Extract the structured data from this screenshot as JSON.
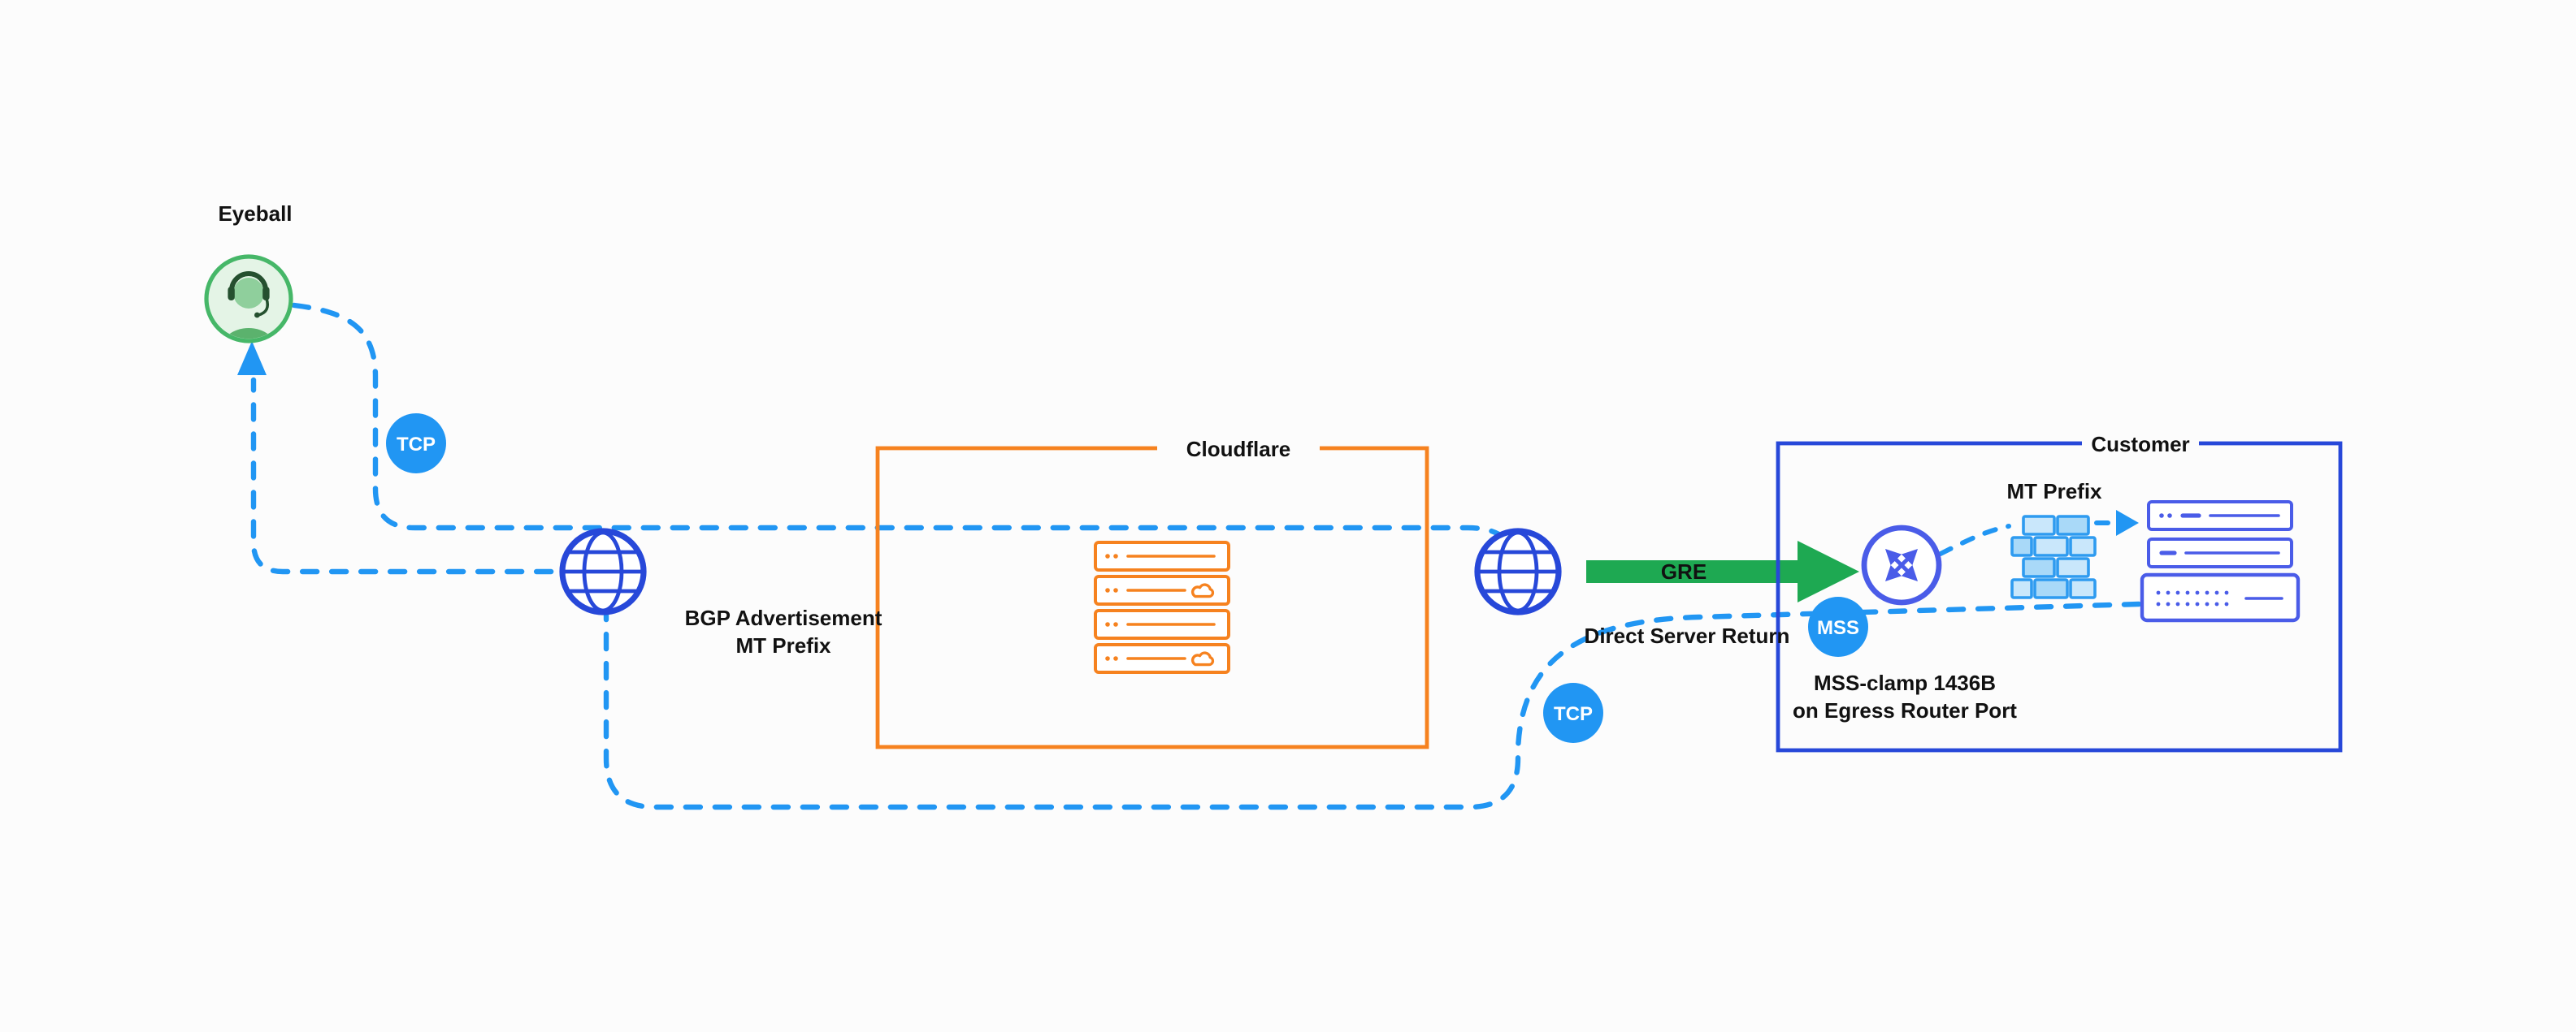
{
  "labels": {
    "eyeball": "Eyeball",
    "bgp_advertisement": "BGP Advertisement",
    "bgp_mt_prefix": "MT Prefix",
    "gre": "GRE",
    "direct_server_return": "Direct Server Return",
    "customer_mt_prefix": "MT Prefix",
    "mss_clamp_1": "MSS-clamp 1436B",
    "mss_clamp_2": "on Egress Router Port"
  },
  "boxes": {
    "cloudflare": "Cloudflare",
    "customer": "Customer"
  },
  "badges": {
    "tcp_forward": "TCP",
    "tcp_return": "TCP",
    "mss": "MSS"
  },
  "icons": {
    "eyeball": "person-with-headset-icon",
    "internet_left": "globe-icon",
    "internet_right": "globe-icon",
    "cloudflare_servers": "server-rack-icon",
    "router": "router-crossed-arrows-icon",
    "firewall": "brick-wall-firewall-icon",
    "customer_servers": "server-rack-icon",
    "gre_arrow": "green-arrow-right-icon",
    "return_arrow": "blue-arrow-up-icon",
    "ingress_arrow": "blue-arrow-right-icon"
  },
  "colors": {
    "bg": "#FCFCFC",
    "text": "#111111",
    "line-blue": "#2196F3",
    "deep-blue": "#2748D9",
    "indigo": "#4A5CE8",
    "orange": "#F6821F",
    "green": "#1EA952",
    "eyeball-green": "#46B768",
    "eyeball-fill": "#E4F4E6",
    "firewall-fill": "#C9E7FB",
    "firewall-stroke": "#2E9BF0"
  }
}
